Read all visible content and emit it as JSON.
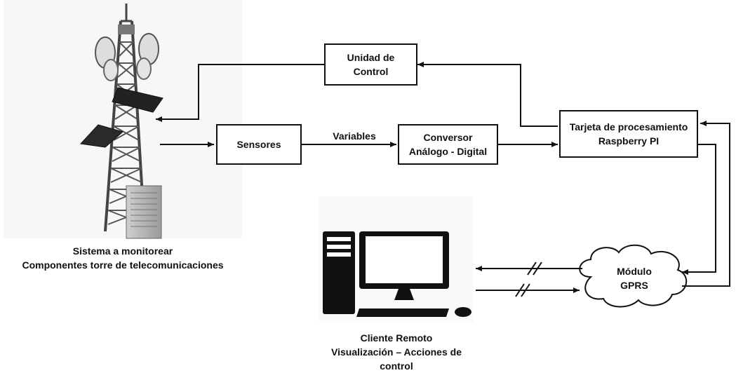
{
  "blocks": {
    "control_unit": {
      "line1": "Unidad de",
      "line2": "Control"
    },
    "sensors": {
      "label": "Sensores"
    },
    "adc": {
      "line1": "Conversor",
      "line2": "Análogo - Digital"
    },
    "processing": {
      "line1": "Tarjeta de procesamiento",
      "line2": "Raspberry PI"
    },
    "gprs": {
      "line1": "Módulo",
      "line2": "GPRS"
    }
  },
  "edges": {
    "variables_label": "Variables"
  },
  "captions": {
    "system": {
      "line1": "Sistema a monitorear",
      "line2": "Componentes  torre de telecomunicaciones"
    },
    "client": {
      "line1": "Cliente Remoto",
      "line2": "Visualización – Acciones de",
      "line3": "control"
    }
  },
  "icons": {
    "tower": "telecom-tower-with-solar-panels",
    "computer": "desktop-computer"
  },
  "colors": {
    "stroke": "#111111",
    "background": "#ffffff"
  }
}
